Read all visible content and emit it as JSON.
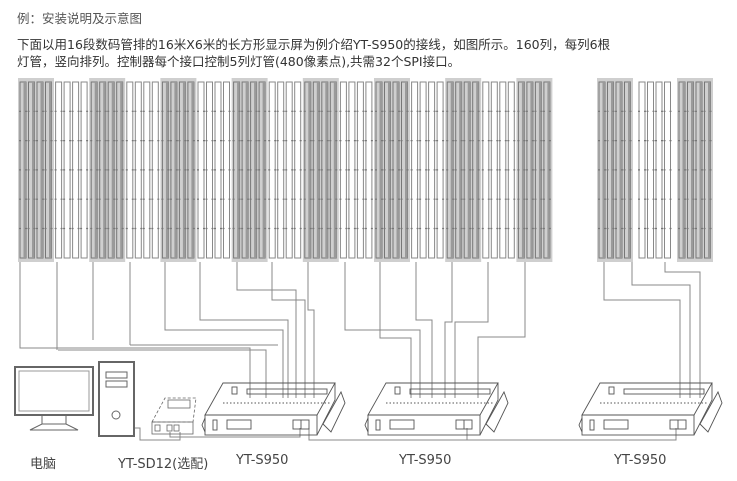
{
  "heading": "例：安装说明及示意图",
  "description": {
    "line1": "下面以用16段数码管排的16米X6米的长方形显示屏为例介绍YT-S950的接线，如图所示。160列，每列6根",
    "line2": "灯管，竖向排列。控制器每个接口控制5列灯管(480像素点),共需32个SPI接口。"
  },
  "labels": {
    "computer": "电脑",
    "sd12": "YT-SD12(选配)",
    "controller1": "YT-S950",
    "controller2": "YT-S950",
    "controller3": "YT-S950"
  },
  "colors": {
    "line": "#777777",
    "shade": "#cfcfcf",
    "strip": "#9a9a9a"
  }
}
